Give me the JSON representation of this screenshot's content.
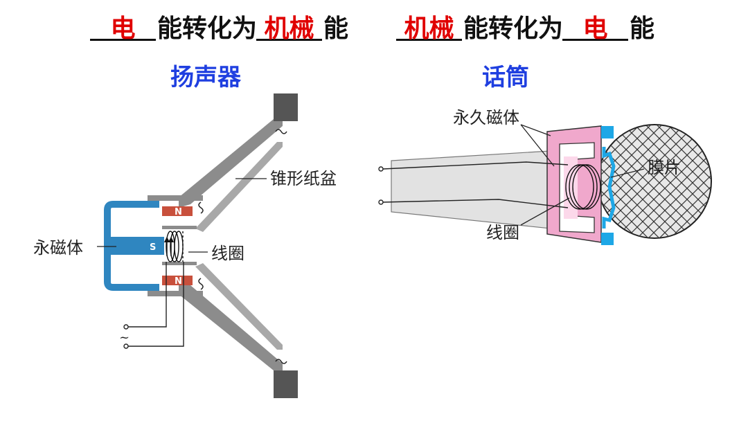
{
  "left_sentence": {
    "blank1": "电",
    "text1": "能转化为",
    "blank2": "机械",
    "text2": "能"
  },
  "right_sentence": {
    "blank1": "机械",
    "text1": "能转化为",
    "blank2": "电",
    "text2": "能"
  },
  "speaker": {
    "title": "扬声器",
    "labels": {
      "cone": "锥形纸盆",
      "magnet": "永磁体",
      "coil": "线圈",
      "north": "N",
      "south": "S",
      "ac": "~"
    }
  },
  "microphone": {
    "title": "话筒",
    "labels": {
      "magnet": "永久磁体",
      "diaphragm": "膜片",
      "coil": "线圈"
    }
  },
  "colors": {
    "answer": "#e00000",
    "subtitle": "#1f3fe0",
    "magnet_blue": "#2f86c0",
    "pole_red": "#c8503c",
    "cone_gray": "#8c8c8c",
    "mic_pink": "#f0a8cc",
    "diaphragm_blue": "#1ea7e6"
  }
}
